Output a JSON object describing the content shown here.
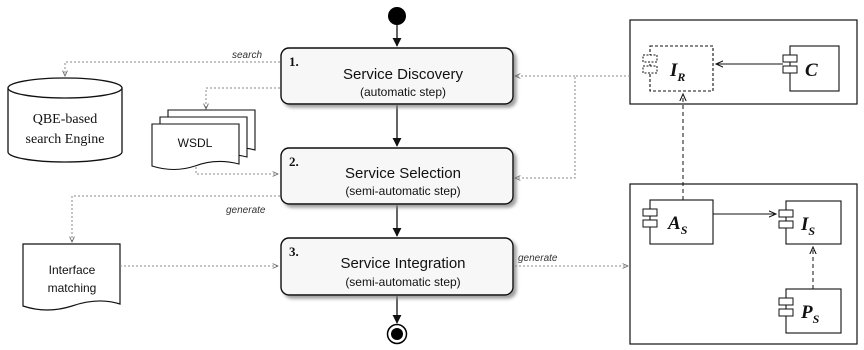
{
  "steps": [
    {
      "number": "1.",
      "title": "Service Discovery",
      "subtitle": "(automatic step)"
    },
    {
      "number": "2.",
      "title": "Service Selection",
      "subtitle": "(semi-automatic step)"
    },
    {
      "number": "3.",
      "title": "Service Integration",
      "subtitle": "(semi-automatic step)"
    }
  ],
  "engine": {
    "line1": "QBE-based",
    "line2": "search Engine"
  },
  "wsdl": {
    "label": "WSDL"
  },
  "interface_matching": {
    "line1": "Interface",
    "line2": "matching"
  },
  "edge_labels": {
    "search": "search",
    "generate_left": "generate",
    "generate_right": "generate"
  },
  "components": {
    "ir": {
      "main": "I",
      "sub": "R"
    },
    "c": {
      "main": "C",
      "sub": ""
    },
    "as": {
      "main": "A",
      "sub": "S"
    },
    "is": {
      "main": "I",
      "sub": "S"
    },
    "ps": {
      "main": "P",
      "sub": "S"
    }
  }
}
